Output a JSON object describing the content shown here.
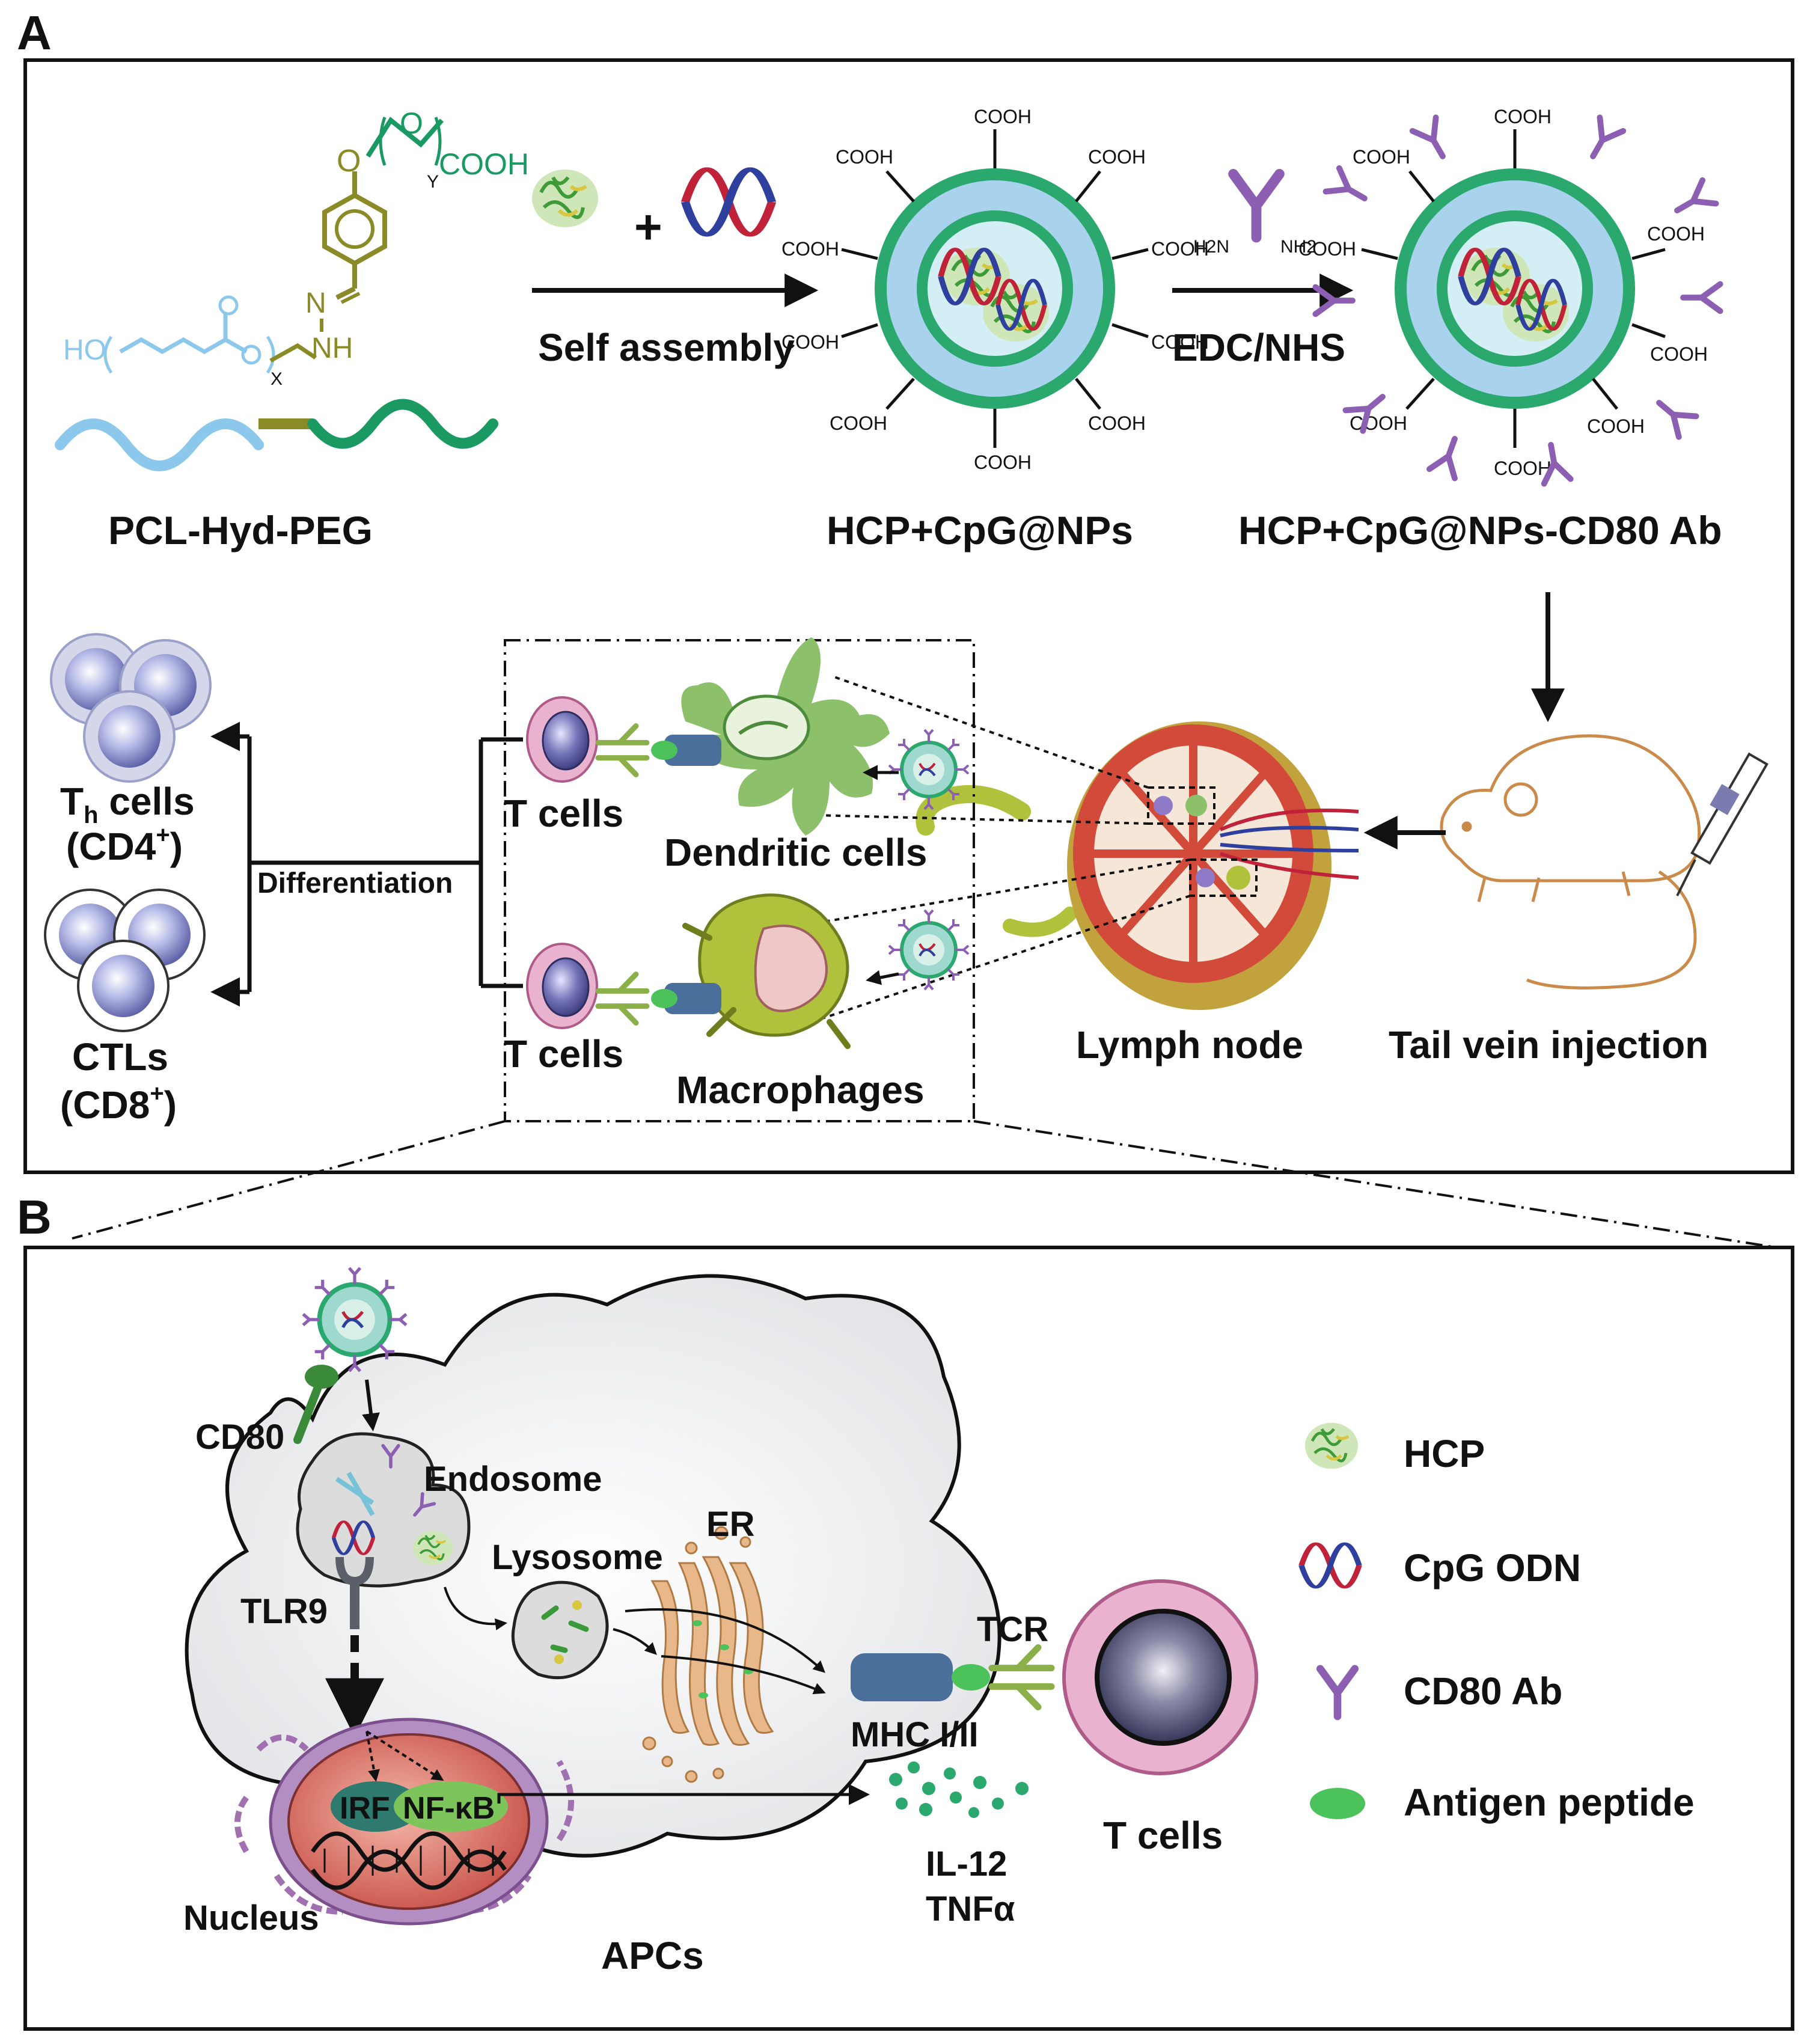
{
  "panels": {
    "a_letter": "A",
    "b_letter": "B"
  },
  "chemistry": {
    "ho": "HO",
    "cooh": "COOH",
    "nh": "NH",
    "n": "N",
    "o": "O",
    "sub_x": "X",
    "sub_y": "Y",
    "h2n": "H2N",
    "nh2": "NH2"
  },
  "labels": {
    "polymer": "PCL-Hyd-PEG",
    "self_assembly": "Self assembly",
    "edc_nhs": "EDC/NHS",
    "nps": "HCP+CpG@NPs",
    "nps_ab": "HCP+CpG@NPs-CD80 Ab",
    "th_cells_main": "T",
    "th_cells_sub": "h",
    "th_cells_rest": " cells",
    "cd4": "(CD4",
    "cd4_sup": "+",
    "cd4_close": ")",
    "ctls": "CTLs",
    "cd8": "(CD8",
    "cd8_sup": "+",
    "cd8_close": ")",
    "differentiation": "Differentiation",
    "t_cells": "T cells",
    "dendritic_cells": "Dendritic cells",
    "macrophages": "Macrophages",
    "lymph_node": "Lymph node",
    "tail_vein": "Tail vein injection"
  },
  "panel_b": {
    "cd80": "CD80",
    "endosome": "Endosome",
    "lysosome": "Lysosome",
    "er": "ER",
    "tlr9": "TLR9",
    "tcr": "TCR",
    "mhc": "MHC I/II",
    "irf": "IRF",
    "nfkb": "NF-κB",
    "nucleus": "Nucleus",
    "il12": "IL-12",
    "tnfa": "TNFα",
    "apcs": "APCs",
    "t_cells": "T cells"
  },
  "legend": [
    {
      "label": "HCP",
      "icon": "hcp-protein-icon"
    },
    {
      "label": "CpG ODN",
      "icon": "cpg-dna-icon"
    },
    {
      "label": "CD80 Ab",
      "icon": "antibody-icon"
    },
    {
      "label": "Antigen peptide",
      "icon": "peptide-icon"
    }
  ],
  "colors": {
    "pcl_blue": "#8cc8ec",
    "hyd_olive": "#8a8a26",
    "peg_green": "#1a9a62",
    "np_green": "#2aa86e",
    "np_blue": "#a9d3ec",
    "antibody_purple": "#8d5fb3",
    "tcell_pink": "#e7a9c7",
    "tcell_nucleus": "#5a5a9a",
    "dc_green": "#8cc06a",
    "macrophage_olive": "#b0c23c",
    "lymph_red": "#d24b3a",
    "peptide_green": "#4cc25a",
    "mhc_blue": "#4a6f9a"
  }
}
